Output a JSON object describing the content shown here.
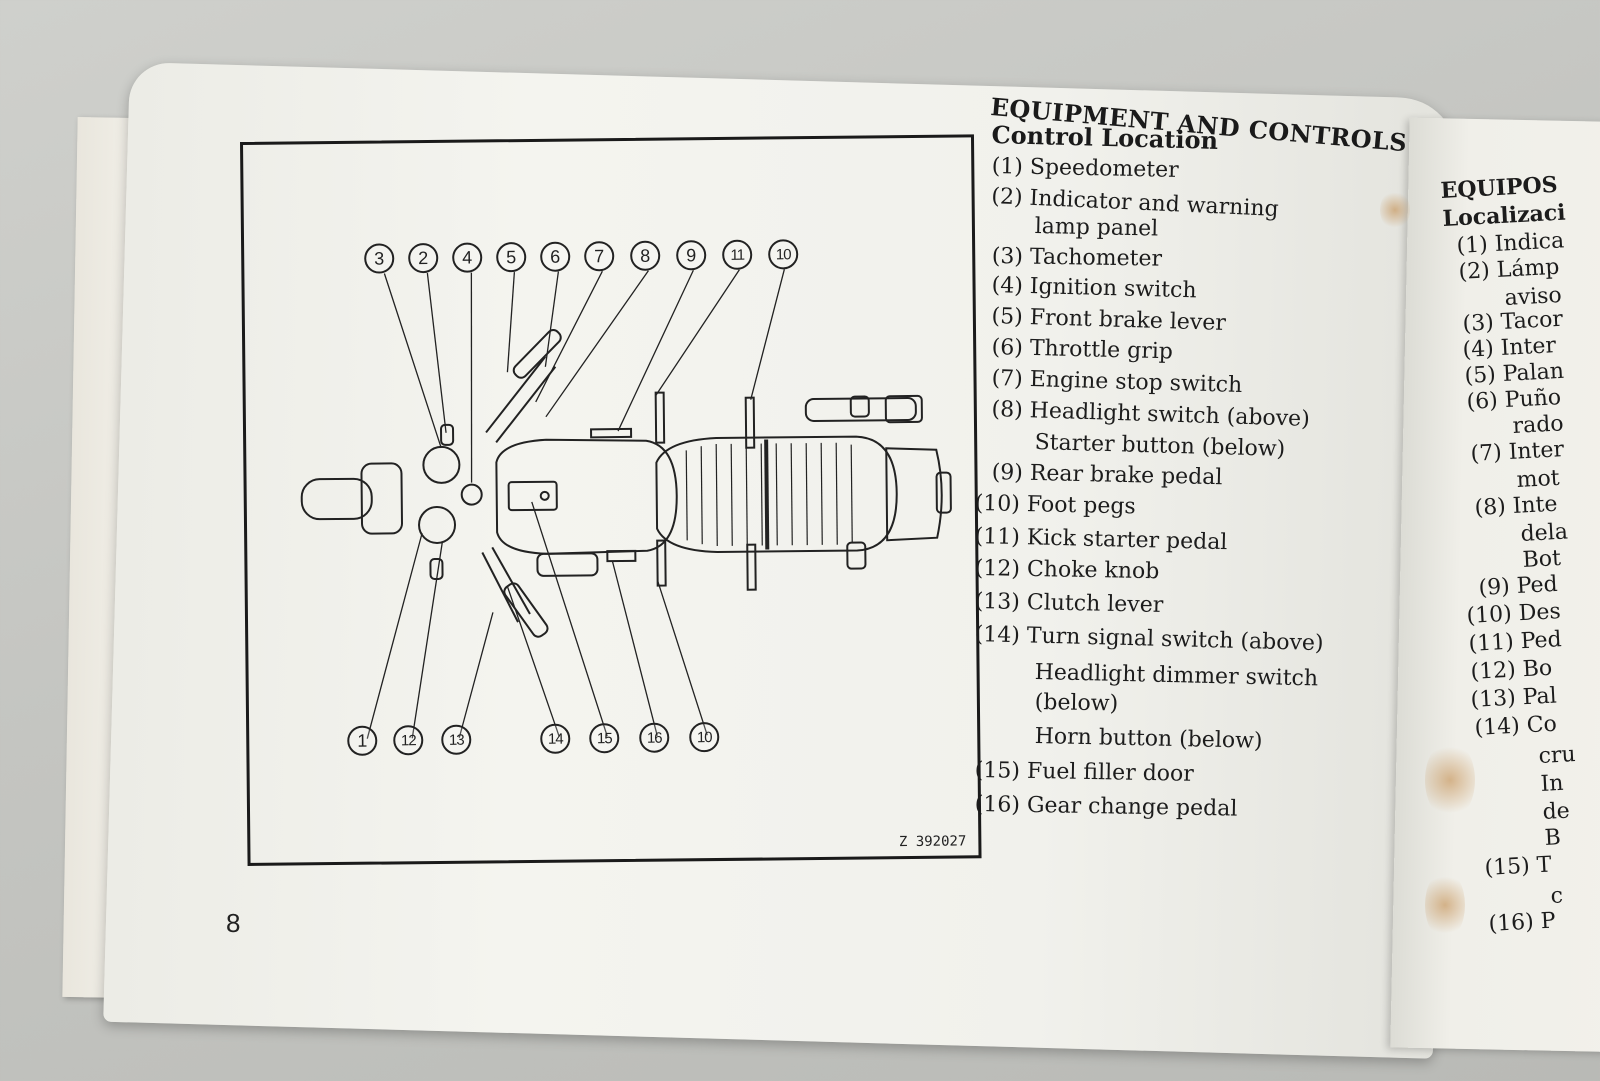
{
  "page_number": "8",
  "heading": "EQUIPMENT AND CONTROLS",
  "subheading": "Control Location",
  "figure_code": "Z 392027",
  "top_callouts": [
    "3",
    "2",
    "4",
    "5",
    "6",
    "7",
    "8",
    "9",
    "11",
    "10"
  ],
  "bottom_callouts": [
    "1",
    "12",
    "13",
    "14",
    "15",
    "16",
    "10"
  ],
  "items": [
    {
      "num": "(1)",
      "label": "Speedometer"
    },
    {
      "num": "(2)",
      "label": "Indicator and warning"
    },
    {
      "num": "",
      "label": "lamp panel"
    },
    {
      "num": "(3)",
      "label": "Tachometer"
    },
    {
      "num": "(4)",
      "label": "Ignition switch"
    },
    {
      "num": "(5)",
      "label": "Front brake lever"
    },
    {
      "num": "(6)",
      "label": "Throttle grip"
    },
    {
      "num": "(7)",
      "label": "Engine stop switch"
    },
    {
      "num": "(8)",
      "label": "Headlight switch (above)"
    },
    {
      "num": "",
      "label": "Starter button (below)"
    },
    {
      "num": "(9)",
      "label": "Rear brake pedal"
    },
    {
      "num": "(10)",
      "label": "Foot pegs"
    },
    {
      "num": "(11)",
      "label": "Kick starter pedal"
    },
    {
      "num": "(12)",
      "label": "Choke knob"
    },
    {
      "num": "(13)",
      "label": "Clutch lever"
    },
    {
      "num": "(14)",
      "label": "Turn signal switch (above)"
    },
    {
      "num": "",
      "label": "Headlight dimmer switch"
    },
    {
      "num": "",
      "label": "(below)"
    },
    {
      "num": "",
      "label": "Horn button (below)"
    },
    {
      "num": "(15)",
      "label": "Fuel filler door"
    },
    {
      "num": "(16)",
      "label": "Gear change pedal"
    }
  ],
  "right_page": {
    "heading": "EQUIPOS",
    "subheading": "Localizaci",
    "lines": [
      "(1) Indica",
      "(2) Lámp",
      "aviso",
      "(3) Tacor",
      "(4) Inter",
      "(5) Palan",
      "(6) Puño",
      "rado",
      "(7) Inter",
      "mot",
      "(8) Inte",
      "dela",
      "Bot",
      "(9) Ped",
      "(10) Des",
      "(11) Ped",
      "(12) Bo",
      "(13) Pal",
      "(14) Co",
      "cru",
      "In",
      "de",
      "B",
      "(15) T",
      "c",
      "(16) P"
    ]
  }
}
